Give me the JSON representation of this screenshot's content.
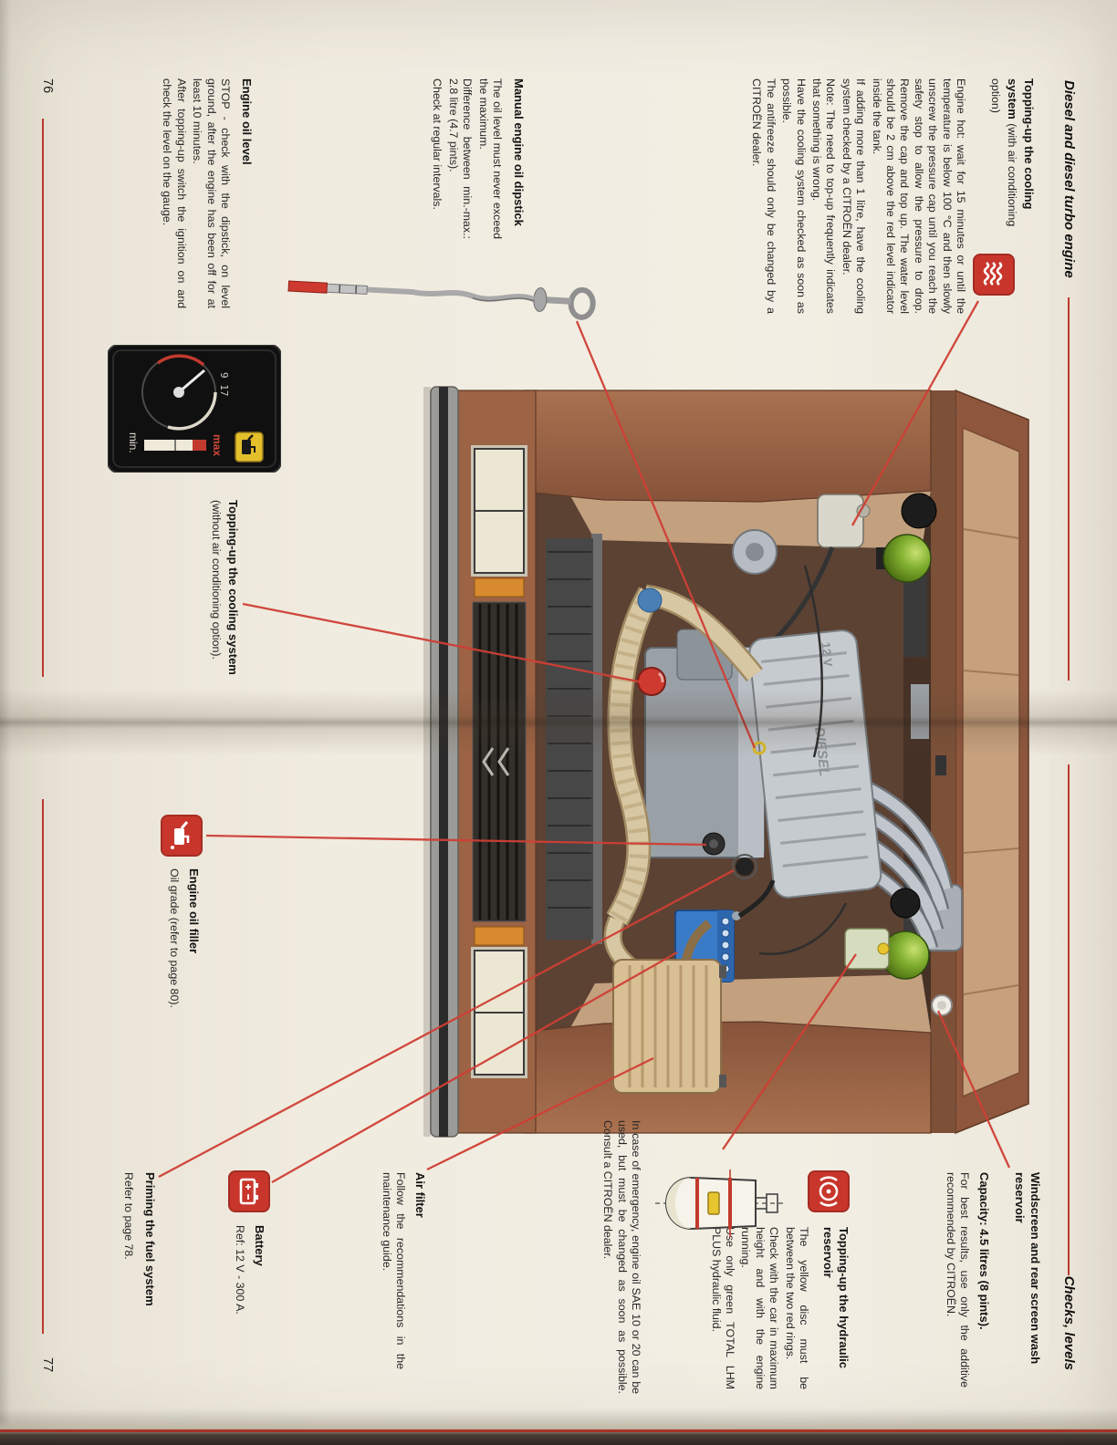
{
  "book": {
    "left_page": {
      "number": "76",
      "header": "Diesel and diesel turbo engine",
      "cooling_ac": {
        "title": "Topping-up the cooling system",
        "subtitle": "(with air conditioning option)",
        "p1": "Engine hot: wait for 15 minutes or until the temperature is below 100 °C and then slowly unscrew the pressure cap until you reach the safety stop to allow the pressure to drop. Remove the cap and top up. The water level should be 2 cm above the red level indicator inside the tank.",
        "p2": "If adding more than 1 litre, have the cooling system checked by a CITROËN dealer.",
        "p3": "Note: The need to top-up frequently indicates that something is wrong.",
        "p4": "Have the cooling system checked as soon as possible.",
        "p5": "The antifreeze should only be changed by a CITROËN dealer."
      },
      "dipstick": {
        "title": "Manual engine oil dipstick",
        "p1": "The oil level must never exceed the maximum.",
        "p2": "Difference between min.-max.: 2.8 litre (4.7 pints).",
        "p3": "Check at regular intervals."
      },
      "oil_level": {
        "title": "Engine oil level",
        "p1": "STOP - check with the dipstick, on level ground, after the engine has been off for at least 10 minutes.",
        "p2": "After topping-up switch the ignition on and check the level on the gauge."
      },
      "cooling_no_ac": {
        "title": "Topping-up the cooling system",
        "subtitle": "(without air conditioning option)."
      },
      "oil_filler": {
        "title": "Engine oil filler",
        "body": "Oil grade (refer to page 80)."
      },
      "battery": {
        "title": "Battery",
        "body": "Ref: 12 V - 300 A."
      },
      "priming": {
        "title": "Priming the fuel system",
        "body": "Refer to page 78."
      },
      "air_filter": {
        "title": "Air filter",
        "body": "Follow the recommendations in the maintenance guide."
      },
      "gauge": {
        "digits": "9 17",
        "max_label": "max",
        "min_label": "min."
      }
    },
    "right_page": {
      "number": "77",
      "header": "Checks, levels",
      "wash_reservoir": {
        "title": "Windscreen and rear screen wash reservoir",
        "capacity": "Capacity: 4.5 litres (8 pints).",
        "note": "For best results, use only the additive recommended by CITROËN."
      },
      "hydraulic": {
        "title": "Topping-up the hydraulic reservoir",
        "p1": "The yellow disc must be between the two red rings.",
        "p2": "Check with the car in maximum height and with the engine running.",
        "p3": "Use only green TOTAL LHM PLUS hydraulic fluid.",
        "p4": "In case of emergency, engine oil SAE 10 or 20 can be used, but must be changed as soon as possible. Consult a CITROËN dealer."
      }
    },
    "illustration": {
      "engine_label_1": "12 V",
      "engine_label_2": "DIESEL"
    },
    "icons": {
      "cooling": "coolant-waves-icon",
      "oil": "oil-can-icon",
      "battery": "battery-icon",
      "hydraulic": "brake-hydraulic-icon"
    },
    "colors": {
      "accent_red": "#bf3a2e",
      "paper": "#f1ece0",
      "sphere_green": "#7fae2e",
      "battery_blue": "#3a7bc8",
      "body_brown": "#9a6248"
    }
  }
}
